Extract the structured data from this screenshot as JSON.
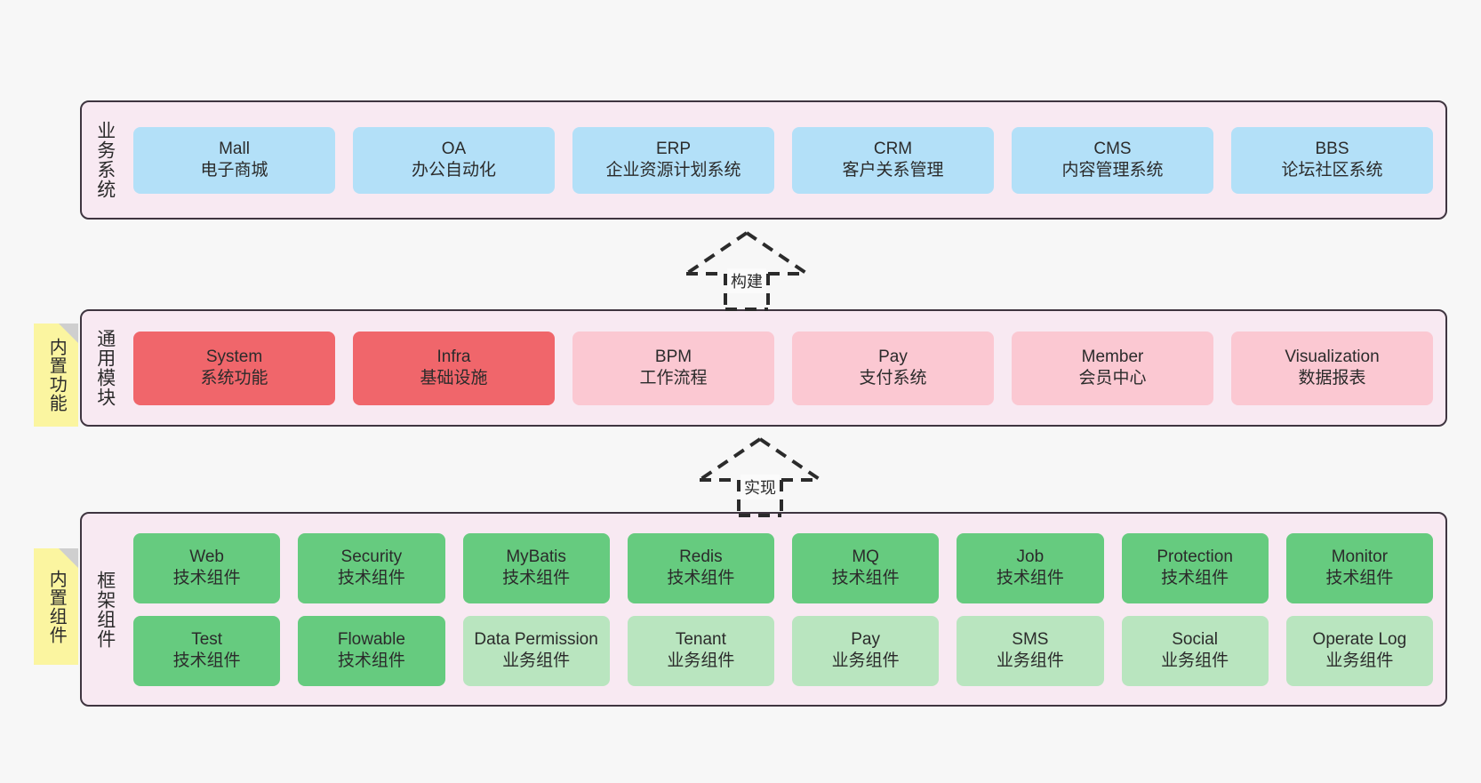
{
  "palette": {
    "page_bg": "#f7f7f7",
    "layer_bg": "#f8e9f2",
    "layer_border": "#3f3540",
    "blue": "#b3e0f8",
    "red": "#f0666b",
    "pink": "#fbc8d2",
    "green_dark": "#66cb7f",
    "green_light": "#b9e5bf",
    "note_yellow": "#fbf5a0",
    "dash_stroke": "#2b2b2b"
  },
  "layers": [
    {
      "title": "业务系统",
      "name": "business-system-layer",
      "rows": [
        {
          "cards": [
            {
              "l1": "Mall",
              "l2": "电子商城",
              "color": "#b3e0f8"
            },
            {
              "l1": "OA",
              "l2": "办公自动化",
              "color": "#b3e0f8"
            },
            {
              "l1": "ERP",
              "l2": "企业资源计划系统",
              "color": "#b3e0f8"
            },
            {
              "l1": "CRM",
              "l2": "客户关系管理",
              "color": "#b3e0f8"
            },
            {
              "l1": "CMS",
              "l2": "内容管理系统",
              "color": "#b3e0f8"
            },
            {
              "l1": "BBS",
              "l2": "论坛社区系统",
              "color": "#b3e0f8"
            }
          ]
        }
      ]
    },
    {
      "title": "通用模块",
      "name": "common-module-layer",
      "rows": [
        {
          "cards": [
            {
              "l1": "System",
              "l2": "系统功能",
              "color": "#f0666b"
            },
            {
              "l1": "Infra",
              "l2": "基础设施",
              "color": "#f0666b"
            },
            {
              "l1": "BPM",
              "l2": "工作流程",
              "color": "#fbc8d2"
            },
            {
              "l1": "Pay",
              "l2": "支付系统",
              "color": "#fbc8d2"
            },
            {
              "l1": "Member",
              "l2": "会员中心",
              "color": "#fbc8d2"
            },
            {
              "l1": "Visualization",
              "l2": "数据报表",
              "color": "#fbc8d2"
            }
          ]
        }
      ]
    },
    {
      "title": "框架组件",
      "name": "framework-component-layer",
      "rows": [
        {
          "cards": [
            {
              "l1": "Web",
              "l2": "技术组件",
              "color": "#66cb7f"
            },
            {
              "l1": "Security",
              "l2": "技术组件",
              "color": "#66cb7f"
            },
            {
              "l1": "MyBatis",
              "l2": "技术组件",
              "color": "#66cb7f"
            },
            {
              "l1": "Redis",
              "l2": "技术组件",
              "color": "#66cb7f"
            },
            {
              "l1": "MQ",
              "l2": "技术组件",
              "color": "#66cb7f"
            },
            {
              "l1": "Job",
              "l2": "技术组件",
              "color": "#66cb7f"
            },
            {
              "l1": "Protection",
              "l2": "技术组件",
              "color": "#66cb7f"
            },
            {
              "l1": "Monitor",
              "l2": "技术组件",
              "color": "#66cb7f"
            }
          ]
        },
        {
          "cards": [
            {
              "l1": "Test",
              "l2": "技术组件",
              "color": "#66cb7f"
            },
            {
              "l1": "Flowable",
              "l2": "技术组件",
              "color": "#66cb7f"
            },
            {
              "l1": "Data Permission",
              "l2": "业务组件",
              "color": "#b9e5bf",
              "wrap": true
            },
            {
              "l1": "Tenant",
              "l2": "业务组件",
              "color": "#b9e5bf"
            },
            {
              "l1": "Pay",
              "l2": "业务组件",
              "color": "#b9e5bf"
            },
            {
              "l1": "SMS",
              "l2": "业务组件",
              "color": "#b9e5bf"
            },
            {
              "l1": "Social",
              "l2": "业务组件",
              "color": "#b9e5bf"
            },
            {
              "l1": "Operate Log",
              "l2": "业务组件",
              "color": "#b9e5bf"
            }
          ]
        }
      ]
    }
  ],
  "notes": [
    {
      "text": "内置功能",
      "name": "note-builtin-functions"
    },
    {
      "text": "内置组件",
      "name": "note-builtin-components"
    }
  ],
  "arrows": [
    {
      "label": "构建",
      "name": "arrow-build"
    },
    {
      "label": "实现",
      "name": "arrow-implement"
    }
  ]
}
